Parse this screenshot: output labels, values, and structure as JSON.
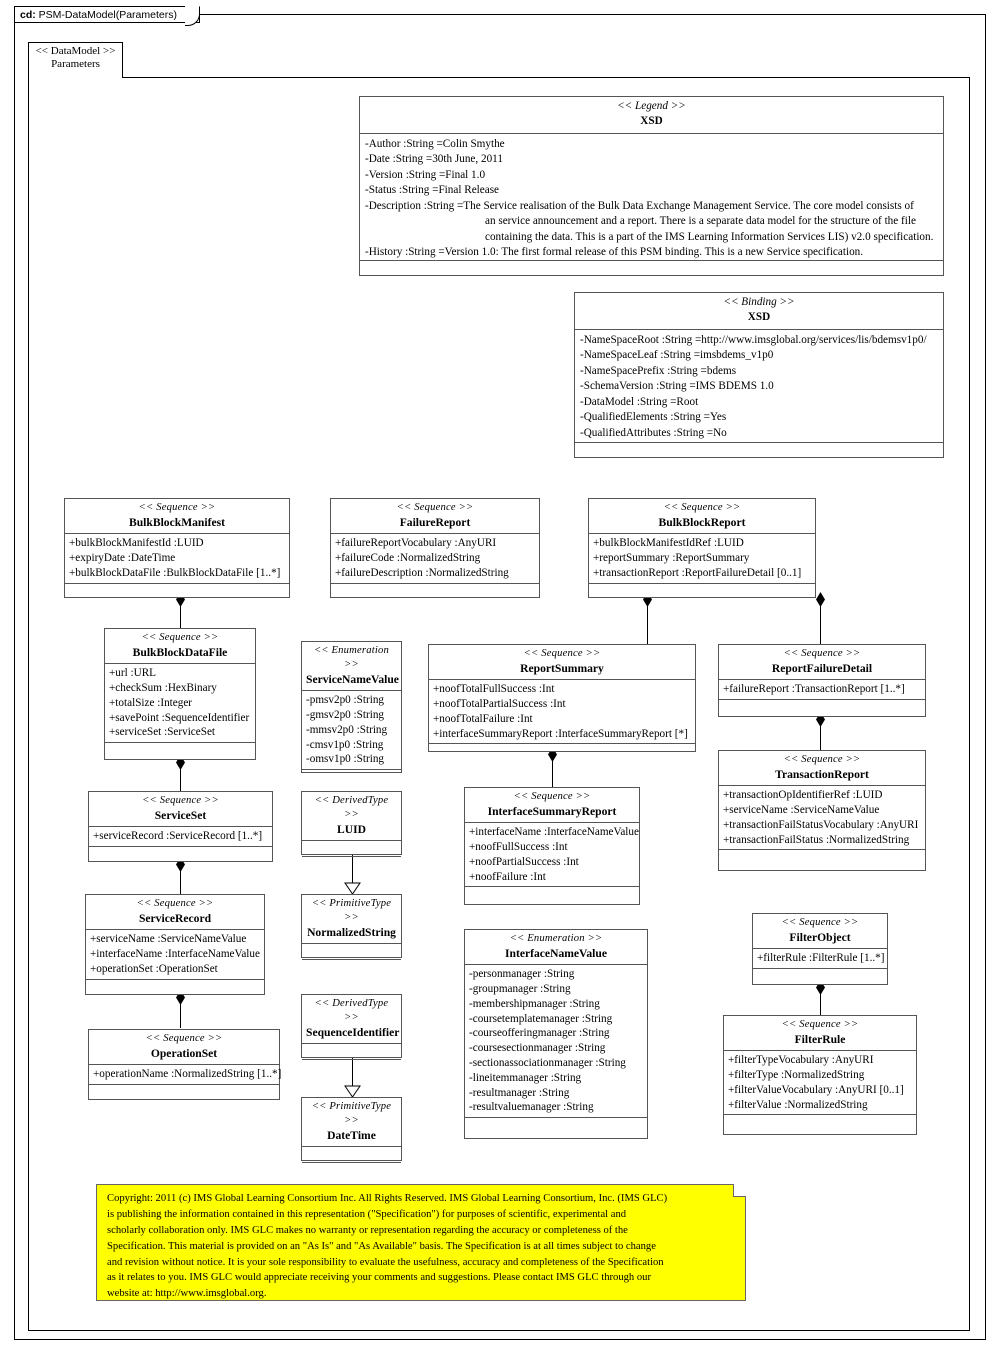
{
  "frame": {
    "tab_key": "cd:",
    "tab_title": " PSM-DataModel(Parameters)"
  },
  "package": {
    "stereotype": "<< DataModel >>",
    "name": "Parameters"
  },
  "legend": {
    "stereotype": "<< Legend >>",
    "name": "XSD",
    "rows": [
      "-Author :String =Colin Smythe",
      "-Date :String =30th June, 2011",
      "-Version :String =Final 1.0",
      "-Status :String =Final Release",
      "-Description  :String =The Service realisation of the Bulk Data Exchange Management Service.  The core model consists of"
    ],
    "cont_rows": [
      "an service announcement and a report.  There is a separate data model for the structure of the file",
      "containing the data. This is a part of the IMS Learning Information Services LIS) v2.0 specification."
    ],
    "last_row": "-History :String =Version 1.0: The first formal release of this PSM binding.  This is a new Service specification."
  },
  "binding": {
    "stereotype": "<<  Binding  >>",
    "name": "XSD",
    "rows": [
      "-NameSpaceRoot :String =http://www.imsglobal.org/services/lis/bdemsv1p0/",
      "-NameSpaceLeaf :String =imsbdems_v1p0",
      "-NameSpacePrefix  :String =bdems",
      "-SchemaVersion  :String =IMS BDEMS 1.0",
      "-DataModel :String =Root",
      "-QualifiedElements   :String =Yes",
      "-QualifiedAttributes   :String =No"
    ]
  },
  "classes": {
    "bulk_block_manifest": {
      "stereotype": "<< Sequence >>",
      "name": "BulkBlockManifest",
      "attrs": [
        "+bulkBlockManifestId  :LUID",
        "+expiryDate :DateTime",
        "+bulkBlockDataFile  :BulkBlockDataFile  [1..*]"
      ]
    },
    "failure_report": {
      "stereotype": "<< Sequence >>",
      "name": "FailureReport",
      "attrs": [
        "+failureReportVocabulary  :AnyURI",
        "+failureCode :NormalizedString",
        "+failureDescription  :NormalizedString"
      ]
    },
    "bulk_block_report": {
      "stereotype": "<< Sequence >>",
      "name": "BulkBlockReport",
      "attrs": [
        "+bulkBlockManifestIdRef  :LUID",
        "+reportSummary :ReportSummary",
        "+transactionReport :ReportFailureDetail  [0..1]"
      ]
    },
    "bulk_block_data_file": {
      "stereotype": "<< Sequence >>",
      "name": "BulkBlockDataFile",
      "attrs": [
        "+url :URL",
        "+checkSum :HexBinary",
        "+totalSize :Integer",
        "+savePoint :SequenceIdentifier",
        "+serviceSet :ServiceSet"
      ]
    },
    "service_name_value": {
      "stereotype": "<< Enumeration >>",
      "name": "ServiceNameValue",
      "attrs": [
        "-pmsv2p0 :String",
        "-gmsv2p0 :String",
        "-mmsv2p0 :String",
        "-cmsv1p0 :String",
        "-omsv1p0 :String"
      ]
    },
    "report_summary": {
      "stereotype": "<< Sequence >>",
      "name": "ReportSummary",
      "attrs": [
        "+noofTotalFullSuccess  :Int",
        "+noofTotalPartialSuccess  :Int",
        "+noofTotalFailure  :Int",
        "+interfaceSummaryReport   :InterfaceSummaryReport  [*]"
      ]
    },
    "report_failure_detail": {
      "stereotype": "<< Sequence >>",
      "name": "ReportFailureDetail",
      "attrs": [
        "+failureReport :TransactionReport [1..*]"
      ]
    },
    "service_set": {
      "stereotype": "<< Sequence >>",
      "name": "ServiceSet",
      "attrs": [
        "+serviceRecord :ServiceRecord [1..*]"
      ]
    },
    "luid": {
      "stereotype": "<< DerivedType >>",
      "name": "LUID",
      "attrs": []
    },
    "interface_summary_report": {
      "stereotype": "<< Sequence >>",
      "name": "InterfaceSummaryReport",
      "attrs": [
        "+interfaceName :InterfaceNameValue",
        "+noofFullSuccess :Int",
        "+noofPartialSuccess  :Int",
        "+noofFailure :Int"
      ]
    },
    "transaction_report": {
      "stereotype": "<< Sequence >>",
      "name": "TransactionReport",
      "attrs": [
        "+transactionOpIdentifierRef  :LUID",
        "+serviceName :ServiceNameValue",
        "+transactionFailStatusVocabulary   :AnyURI",
        "+transactionFailStatus  :NormalizedString"
      ]
    },
    "service_record": {
      "stereotype": "<< Sequence >>",
      "name": "ServiceRecord",
      "attrs": [
        "+serviceName :ServiceNameValue",
        "+interfaceName :InterfaceNameValue",
        "+operationSet :OperationSet"
      ]
    },
    "normalized_string": {
      "stereotype": "<< PrimitiveType   >>",
      "name": "NormalizedString",
      "attrs": []
    },
    "interface_name_value": {
      "stereotype": "<< Enumeration  >>",
      "name": "InterfaceNameValue",
      "attrs": [
        "-personmanager  :String",
        "-groupmanager :String",
        "-membershipmanager  :String",
        "-coursetemplatemanager  :String",
        "-courseofferingmanager  :String",
        "-coursesectionmanager  :String",
        "-sectionassociationmanager  :String",
        "-lineitemmanager  :String",
        "-resultmanager  :String",
        "-resultvaluemanager  :String"
      ]
    },
    "filter_object": {
      "stereotype": "<< Sequence >>",
      "name": "FilterObject",
      "attrs": [
        "+filterRule  :FilterRule  [1..*]"
      ]
    },
    "operation_set": {
      "stereotype": "<< Sequence >>",
      "name": "OperationSet",
      "attrs": [
        "+operationName :NormalizedString  [1..*]"
      ]
    },
    "sequence_identifier": {
      "stereotype": "<< DerivedType >>",
      "name": "SequenceIdentifier",
      "attrs": []
    },
    "date_time": {
      "stereotype": "<< PrimitiveType  >>",
      "name": "DateTime",
      "attrs": []
    },
    "filter_rule": {
      "stereotype": "<< Sequence >>",
      "name": "FilterRule",
      "attrs": [
        "+filterTypeVocabulary  :AnyURI",
        "+filterType :NormalizedString",
        "+filterValueVocabulary  :AnyURI [0..1]",
        "+filterValue :NormalizedString"
      ]
    }
  },
  "copyright": {
    "color": "#ffff00",
    "lines": [
      "Copyright: 2011 (c) IMS Global Learning Consortium Inc.  All Rights Reserved.  IMS Global Learning Consortium, Inc. (IMS GLC)",
      "is publishing the information contained in this representation (\"Specification\") for purposes of scientific, experimental and",
      "scholarly collaboration only.  IMS GLC makes no warranty or representation regarding  the accuracy or completeness of the",
      "Specification.  This material is provided on an \"As Is\" and \"As Available\" basis.  The Specification is at all times subject to change",
      "and revision without notice.  It is your sole responsibility to evaluate the usefulness, accuracy and completeness of the Specification",
      "as it relates to you.  IMS GLC would appreciate receiving your comments and suggestions.  Please contact IMS GLC through our",
      "website at: http://www.imsglobal.org."
    ]
  }
}
